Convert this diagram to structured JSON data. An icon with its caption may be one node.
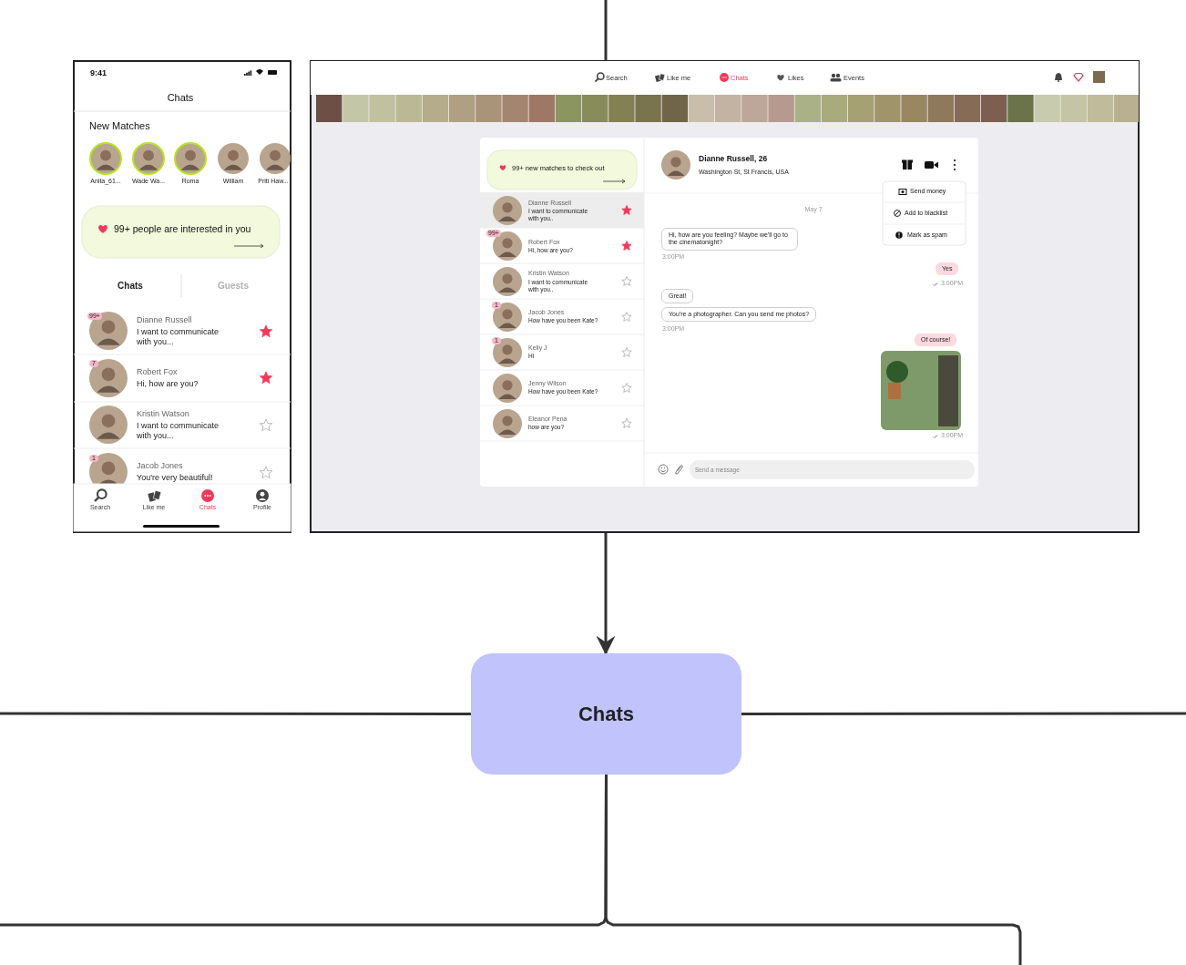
{
  "diagram": {
    "nodes": [
      {
        "text": [],
        "shape": "picture"
      },
      {
        "text": [],
        "shape": "picture"
      },
      {
        "text": [
          "Chats"
        ]
      }
    ],
    "edges": [
      {
        "from": null,
        "to": 1,
        "arrow": "none"
      },
      {
        "from": 1,
        "to": 2,
        "arrow": "to"
      },
      {
        "from": 2,
        "to": null,
        "arrow": "none"
      },
      {
        "from": 2,
        "to": null,
        "arrow": "none"
      },
      {
        "from": 2,
        "to": null,
        "arrow": "none"
      },
      {
        "from": 2,
        "to": null,
        "arrow": "none"
      }
    ],
    "labels": [
      "9:41",
      "Chats",
      "New Matches",
      "Anita_61...",
      "Wade Wa...",
      "Roma",
      "William",
      "Priti Haw...",
      "99+ people are interested in you",
      "Chats",
      "Guests",
      "99+",
      "Dianne Russell",
      "I want to communicate with you...",
      "7",
      "Robert Fox",
      "Hi, how are you?",
      "Kristin Watson",
      "I want to communicate with you...",
      "1",
      "Jacob Jones",
      "You're very beautiful!",
      "Search",
      "Like me",
      "Chats",
      "Profile",
      "Search",
      "Like me",
      "Chats",
      "Likes",
      "Events",
      "99+ new matches to check out",
      "Dianne Russell",
      "I want to communicate with you..",
      "99+",
      "Robert Fox",
      "Hi, how are you?",
      "Kristin Watson",
      "I want to communicate with you..",
      "1",
      "Jacob Jones",
      "How have you been Kate?",
      "1",
      "Kelly J",
      "Hi",
      "Jenny Wilson",
      "How have you been Kate?",
      "Eleanor Pena",
      "how are you?",
      "Dianne Russell, 26",
      "Washington St, St Francis, USA",
      "Send money",
      "Add to blacklist",
      "Mark as spam",
      "May 7",
      "Hi, how are you feeling? Maybe we'll go to the cinematonight?",
      "3:00PM",
      "Yes",
      "3:00PM",
      "Great!",
      "You're a photographer. Can you send me photos?",
      "3:00PM",
      "Of course!",
      "3:00PM",
      "Send a message"
    ]
  }
}
